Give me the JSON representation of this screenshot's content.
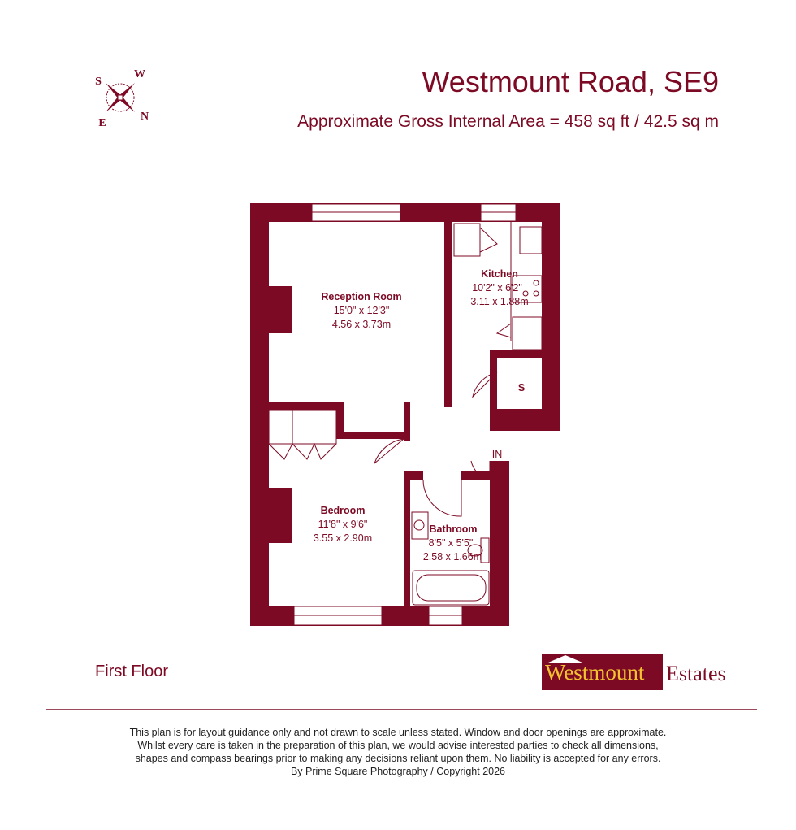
{
  "header": {
    "title": "Westmount Road, SE9",
    "subtitle": "Approximate Gross Internal Area = 458 sq ft / 42.5 sq m"
  },
  "compass": {
    "labels": [
      "S",
      "W",
      "E",
      "N"
    ]
  },
  "rooms": [
    {
      "name": "Reception Room",
      "imperial": "15'0\" x 12'3\"",
      "metric": "4.56 x 3.73m"
    },
    {
      "name": "Kitchen",
      "imperial": "10'2\" x 6'2\"",
      "metric": "3.11 x 1.88m"
    },
    {
      "name": "Bedroom",
      "imperial": "11'8\" x 9'6\"",
      "metric": "3.55 x 2.90m"
    },
    {
      "name": "Bathroom",
      "imperial": "8'5\" x 5'5\"",
      "metric": "2.58 x 1.66m"
    }
  ],
  "labels": {
    "store": "S",
    "entrance": "IN"
  },
  "floor_label": "First Floor",
  "logo": {
    "brand": "Westmount",
    "suffix": "Estates"
  },
  "disclaimer": [
    "This plan is for layout guidance only and not drawn to scale unless stated. Window and door openings are approximate.",
    "Whilst every care is taken in the preparation of this plan, we would advise interested parties to check all dimensions,",
    "shapes and compass bearings prior to making any decisions reliant upon them. No liability is accepted for any errors.",
    "By Prime Square Photography / Copyright 2026"
  ],
  "colors": {
    "wall": "#7d0a24",
    "logo_text": "#f2c230"
  }
}
